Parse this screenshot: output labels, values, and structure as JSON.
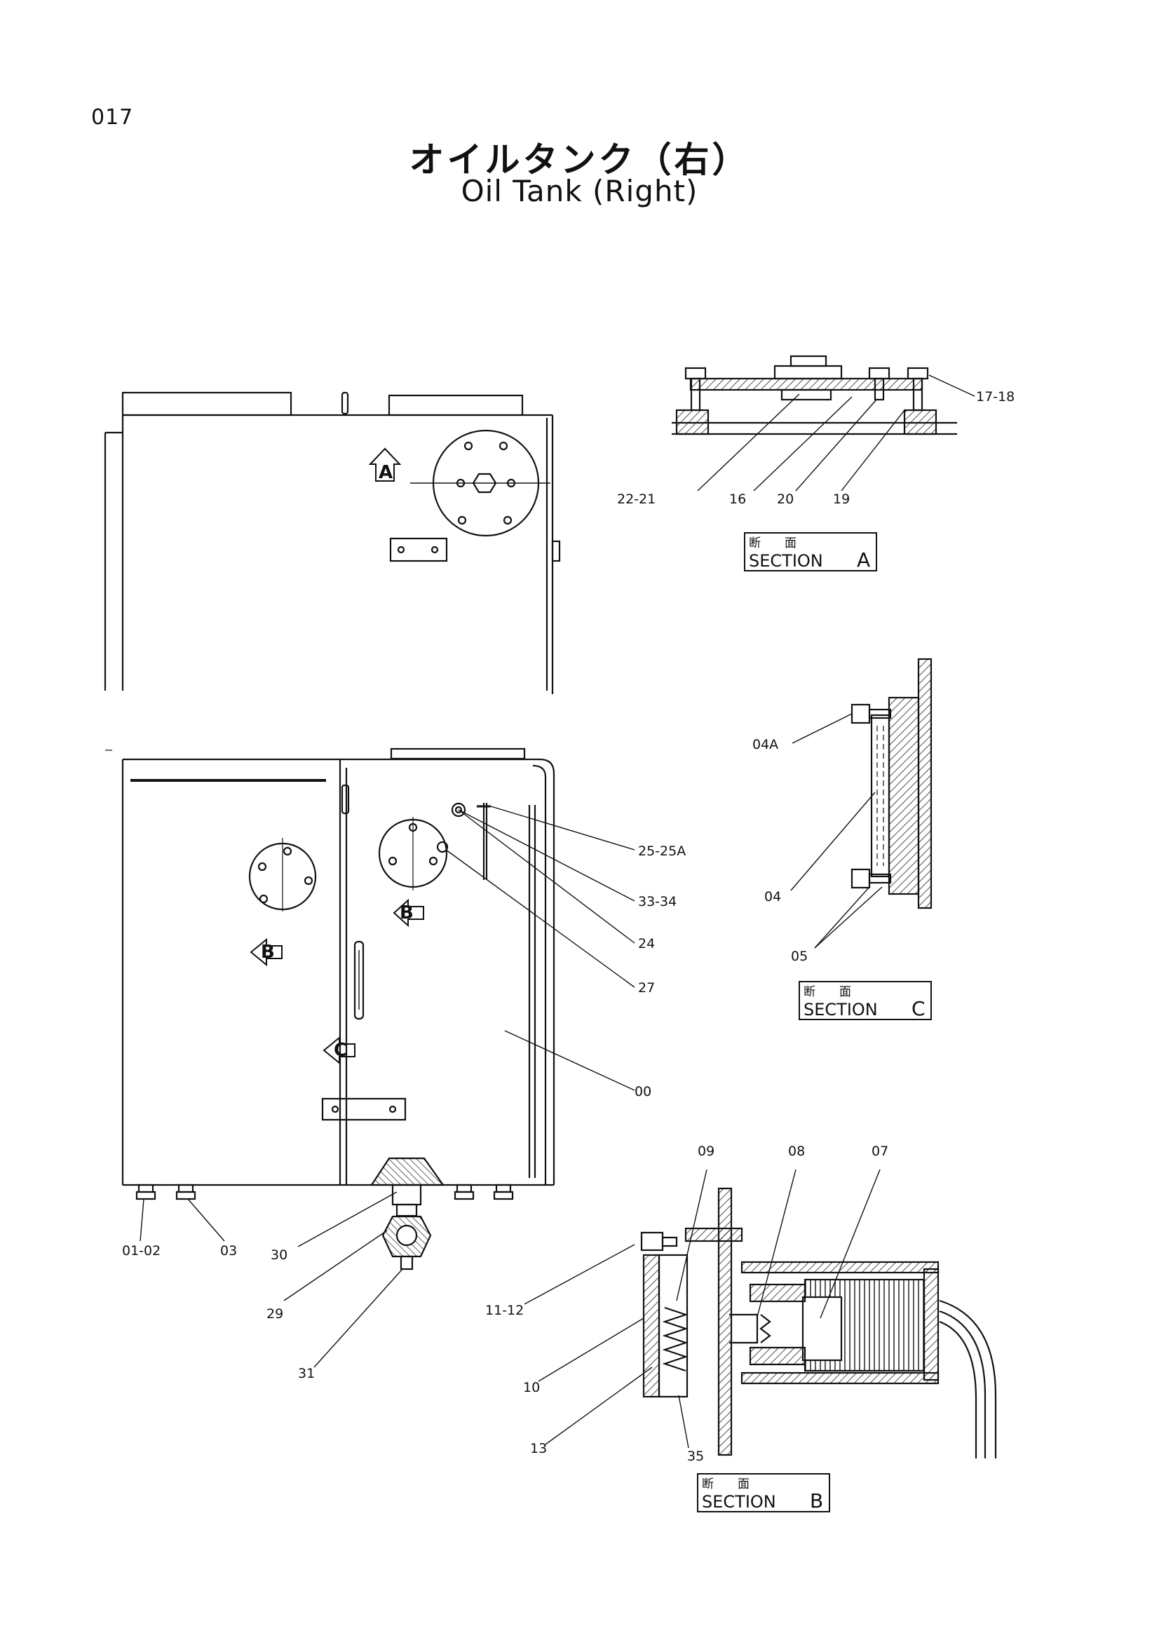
{
  "page_number": "017",
  "title_jp": "オイルタンク（右）",
  "title_en": "Oil Tank (Right)",
  "view_markers": [
    "A",
    "B",
    "B",
    "C"
  ],
  "sections": [
    {
      "jp": "断　　面",
      "en": "SECTION",
      "letter": "A"
    },
    {
      "jp": "断　　面",
      "en": "SECTION",
      "letter": "C"
    },
    {
      "jp": "断　　面",
      "en": "SECTION",
      "letter": "B"
    }
  ],
  "part_labels": {
    "p17_18": "17-18",
    "p22_21": "22-21",
    "p16": "16",
    "p20": "20",
    "p19": "19",
    "p04A": "04A",
    "p04": "04",
    "p05": "05",
    "p25_25A": "25-25A",
    "p33_34": "33-34",
    "p24": "24",
    "p27": "27",
    "p00": "00",
    "p01_02": "01-02",
    "p03": "03",
    "p30": "30",
    "p29": "29",
    "p31": "31",
    "p09": "09",
    "p08": "08",
    "p07": "07",
    "p11_12": "11-12",
    "p10": "10",
    "p13": "13",
    "p35": "35"
  }
}
